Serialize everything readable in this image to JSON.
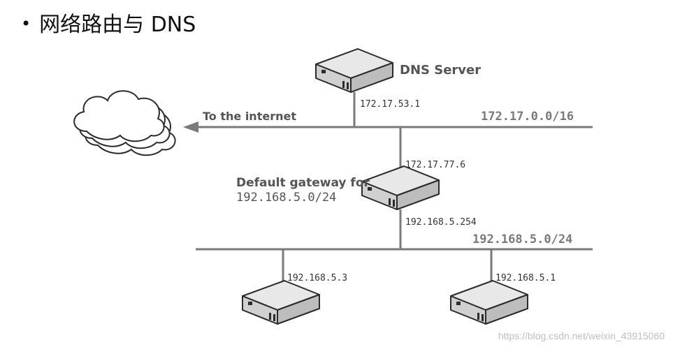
{
  "title": {
    "bullet": "•",
    "text": "网络路由与 DNS"
  },
  "diagram": {
    "dns_server_label": "DNS Server",
    "dns_server_ip": "172.17.53.1",
    "internet_label": "To the internet",
    "network_upper": "172.17.0.0/16",
    "gateway_upper_ip": "172.17.77.6",
    "gateway_label_line1": "Default gateway for",
    "gateway_label_line2": "192.168.5.0/24",
    "gateway_lower_ip": "192.168.5.254",
    "network_lower": "192.168.5.0/24",
    "host_left_ip": "192.168.5.3",
    "host_right_ip": "192.168.5.1"
  },
  "watermark": "https://blog.csdn.net/weixin_43915060",
  "colors": {
    "line": "#7a7a7a",
    "device_top": "#e4e4e4",
    "device_side": "#c9c9c9",
    "device_stroke": "#2b2b2b",
    "text": "#444444"
  }
}
